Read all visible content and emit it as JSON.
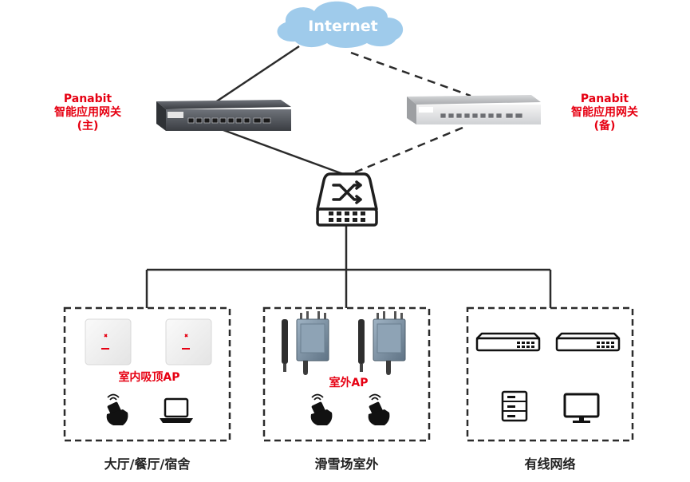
{
  "cloud": {
    "label": "Internet"
  },
  "gateway_primary": {
    "brand": "Panabit",
    "name": "智能应用网关",
    "role": "(主)"
  },
  "gateway_backup": {
    "brand": "Panabit",
    "name": "智能应用网关",
    "role": "(备)"
  },
  "groups": [
    {
      "device_label": "室内吸顶AP",
      "caption": "大厅/餐厅/宿舍"
    },
    {
      "device_label": "室外AP",
      "caption": "滑雪场室外"
    },
    {
      "device_label": "",
      "caption": "有线网络"
    }
  ],
  "colors": {
    "accent": "#e60012",
    "line": "#2b2b2b",
    "cloud": "#9fcbeb"
  },
  "icons": [
    "cloud-icon",
    "gateway-appliance-icon",
    "switch-icon",
    "ceiling-ap-icon",
    "outdoor-ap-icon",
    "phone-hand-icon",
    "laptop-icon",
    "rack-switch-icon",
    "server-icon",
    "monitor-icon"
  ]
}
